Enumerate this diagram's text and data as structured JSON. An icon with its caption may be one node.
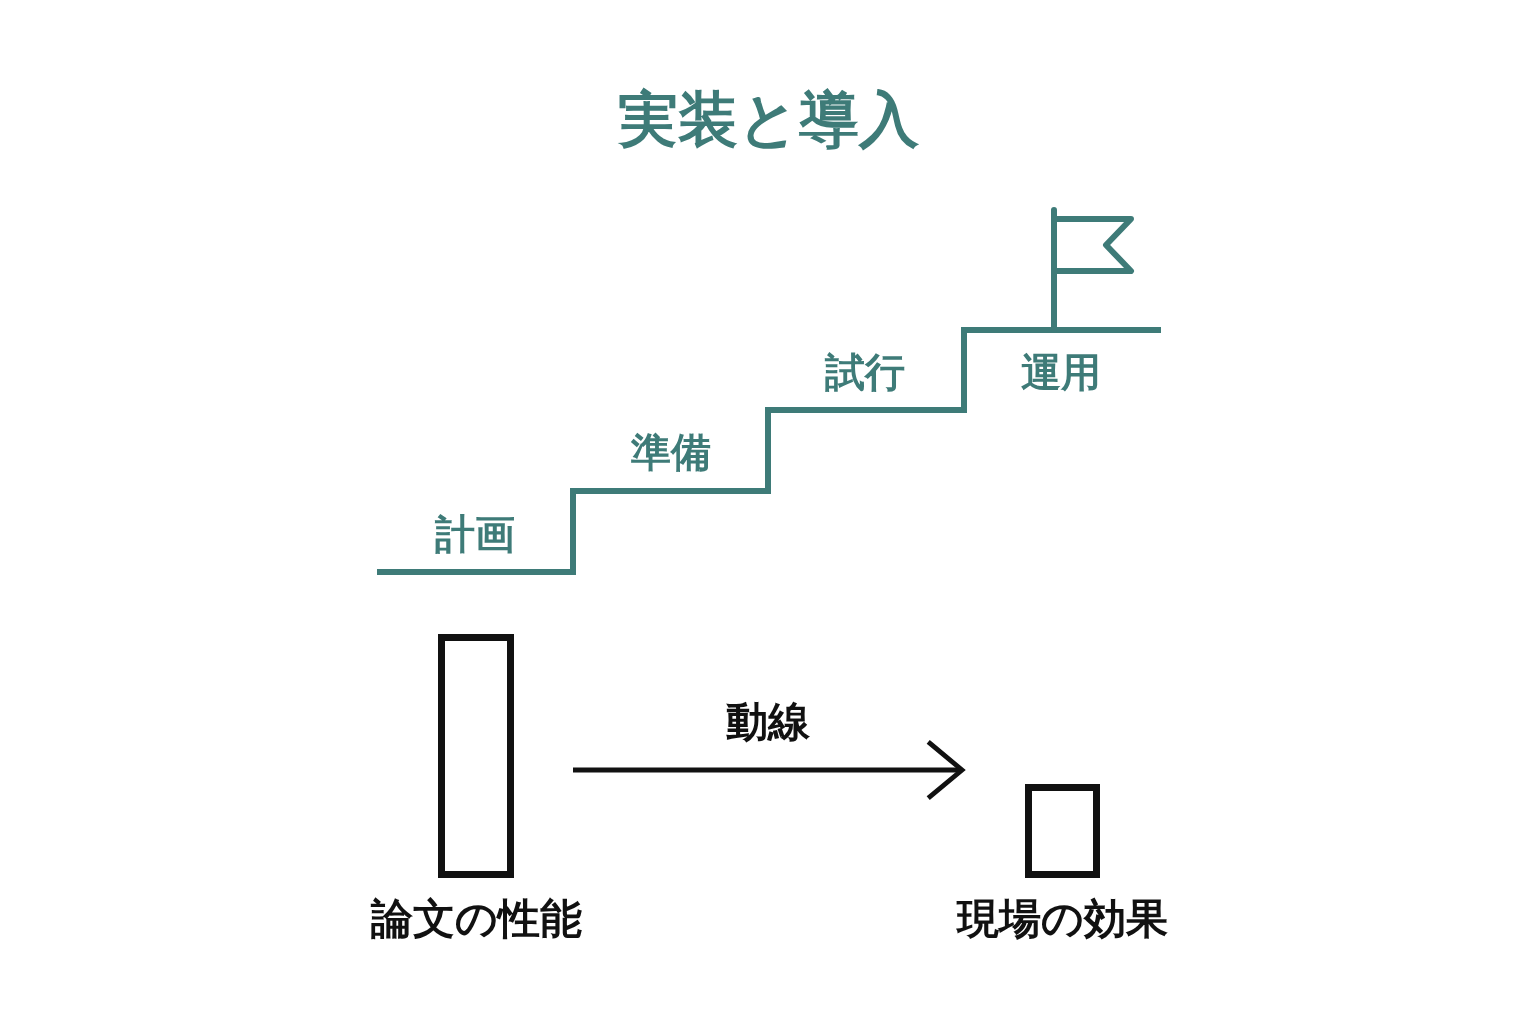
{
  "diagram": {
    "title": "実装と導入",
    "nodes": [
      {
        "text": [],
        "shape": "bar",
        "beside": [
          "論文の性能"
        ]
      },
      {
        "text": [],
        "shape": "bar",
        "beside": [
          "現場の効果"
        ]
      }
    ],
    "edges": [
      {
        "from": 0,
        "to": 1,
        "arrow": "to",
        "label": "動線"
      }
    ],
    "labels": [
      "計画",
      "準備",
      "試行",
      "運用"
    ]
  }
}
